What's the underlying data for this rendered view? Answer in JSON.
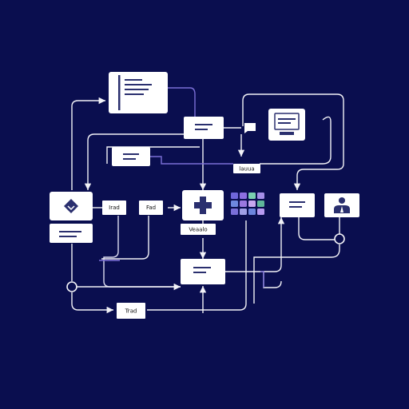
{
  "colors": {
    "background": "#0a0e4f",
    "node": "#ffffff",
    "line": "#f2f2f7",
    "accent_line": "#7b6fd6",
    "node_lines": "#2a2f6e"
  },
  "labels": {
    "tag_top": "lauua",
    "tag_left": "Irad",
    "tag_mid": "Fad",
    "tag_under": "Veaalo",
    "tag_bottom": "Trad"
  },
  "icons": {
    "top_right": "monitor-icon",
    "left": "chevron-logo-icon",
    "center": "plus-cross-icon",
    "right": "person-icon",
    "grid": "color-grid-icon"
  },
  "grid_colors": [
    "#6f66d9",
    "#8c6fe0",
    "#7ad0b0",
    "#a58fe8",
    "#6e88e0",
    "#9a78df",
    "#c7a7ef",
    "#5fb69a",
    "#7a6fd8",
    "#9f9fe6",
    "#6c85dd",
    "#b79af0"
  ]
}
